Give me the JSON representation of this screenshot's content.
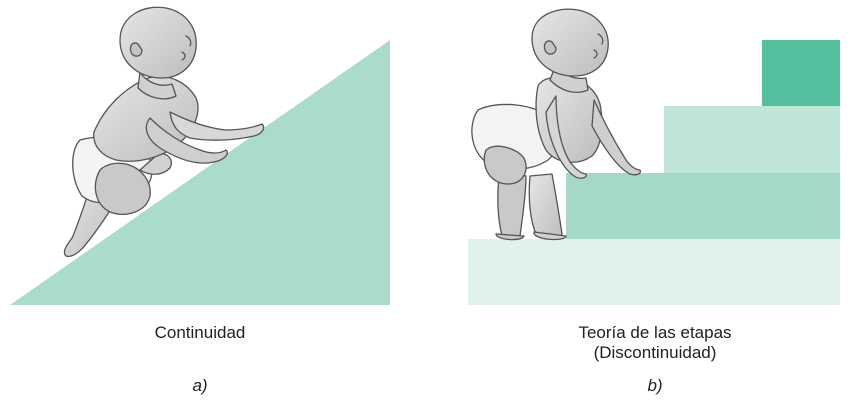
{
  "panels": [
    {
      "id": "a",
      "caption_lines": [
        "Continuidad"
      ],
      "letter": "a)"
    },
    {
      "id": "b",
      "caption_lines": [
        "Teoría de las etapas",
        "(Discontinuidad)"
      ],
      "letter": "b)"
    }
  ],
  "colors": {
    "ramp": "#a9dccb",
    "step_1": "#e1f2ea",
    "step_2": "#a4d9c6",
    "step_3": "#bfe5d7",
    "step_4": "#55c0a0",
    "baby_skin": "#d6d6d6",
    "baby_shadow": "#b8b8b8",
    "baby_outline": "#555555",
    "diaper": "#f4f4f4"
  },
  "icons": {
    "panel_a": "baby-crawling-up-slope-illustration",
    "panel_b": "baby-standing-at-steps-illustration"
  }
}
